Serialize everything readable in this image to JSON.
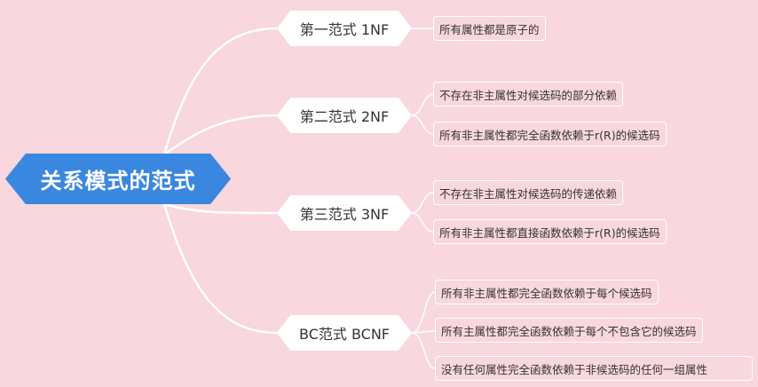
{
  "root": {
    "label": "关系模式的范式"
  },
  "forms": [
    {
      "label": "第一范式 1NF",
      "leaves": [
        "所有属性都是原子的"
      ]
    },
    {
      "label": "第二范式 2NF",
      "leaves": [
        "不存在非主属性对候选码的部分依赖",
        "所有非主属性都完全函数依赖于r(R)的候选码"
      ]
    },
    {
      "label": "第三范式 3NF",
      "leaves": [
        "不存在非主属性对候选码的传递依赖",
        "所有非主属性都直接函数依赖于r(R)的候选码"
      ]
    },
    {
      "label": "BC范式 BCNF",
      "leaves": [
        "所有非主属性都完全函数依赖于每个候选码",
        "所有主属性都完全函数依赖于每个不包含它的候选码",
        "没有任何属性完全函数依赖于非候选码的任何一组属性"
      ]
    }
  ],
  "colors": {
    "background": "#f8d7de",
    "root": "#3a87e0",
    "connector": "#ffffff"
  }
}
